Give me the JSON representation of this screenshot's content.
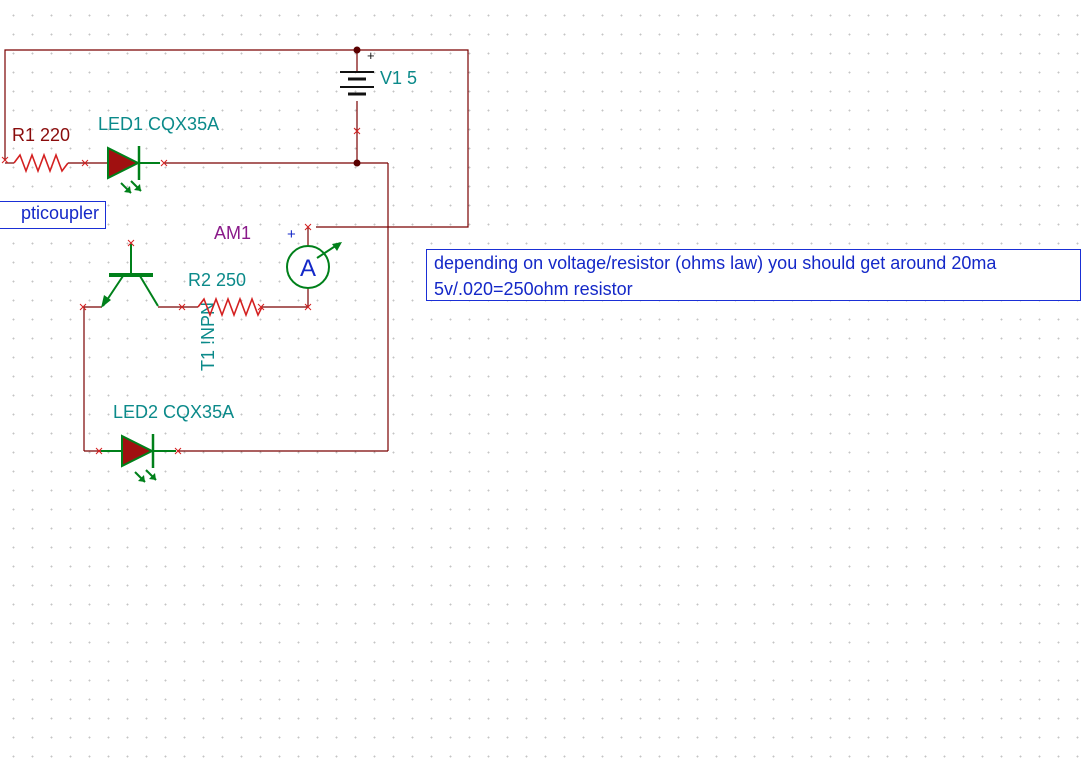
{
  "components": {
    "v1": {
      "ref": "V1",
      "value": "5",
      "plus_sign": "+"
    },
    "r1": {
      "ref": "R1",
      "value": "220"
    },
    "led1": {
      "ref": "LED1",
      "value": "CQX35A"
    },
    "led2": {
      "ref": "LED2",
      "value": "CQX35A"
    },
    "r2": {
      "ref": "R2",
      "value": "250"
    },
    "t1": {
      "text": "T1 !NPN"
    },
    "am1": {
      "ref": "AM1",
      "symbol": "A",
      "plus_sign": "+"
    }
  },
  "labels": {
    "opticoupler": "pticoupler"
  },
  "note": {
    "line1": "depending on voltage/resistor (ohms law) you should get around 20ma",
    "line2": "5v/.020=250ohm resistor"
  },
  "colors": {
    "wire": "#7a0000",
    "component_label": "#0b8a8a",
    "resistor_label": "#8a0c0c",
    "meter_label": "#8a1a8a",
    "note_text": "#1428c8",
    "symbol_green": "#00801a",
    "led_fill": "#a01010"
  }
}
